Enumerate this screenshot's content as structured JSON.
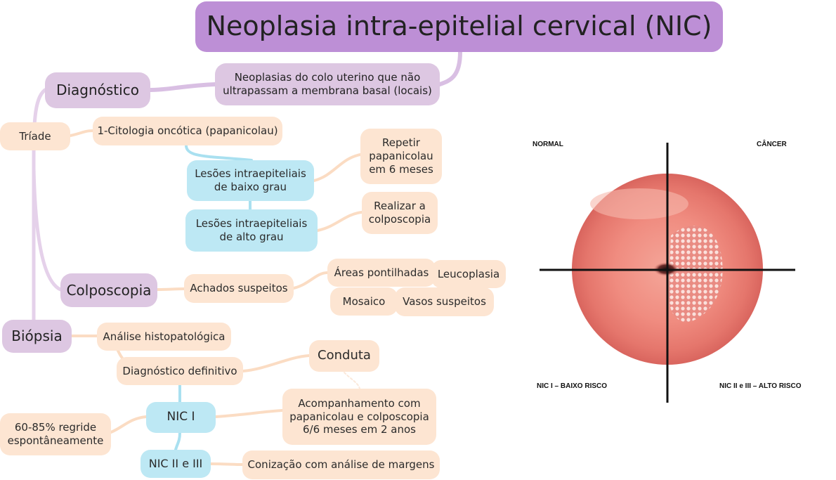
{
  "title": "Neoplasia intra-epitelial cervical (NIC)",
  "definition": "Neoplasias do colo uterino que não\nultrapassam a membrana basal (locais)",
  "diagnostico": {
    "label": "Diagnóstico",
    "triade": "Tríade",
    "citologia": "1-Citologia oncótica (papanicolau)",
    "lesao_baixo": "Lesões intraepiteliais\nde baixo grau",
    "lesao_alto": "Lesões intraepiteliais\nde alto grau",
    "repetir": "Repetir\npapanicolau\nem 6 meses",
    "realizar": "Realizar a\ncolposcopia",
    "colposcopia": "Colposcopia",
    "achados": "Achados suspeitos",
    "achados_items": [
      "Áreas pontilhadas",
      "Leucoplasia",
      "Mosaico",
      "Vasos suspeitos"
    ],
    "biopsia": "Biópsia",
    "analise": "Análise histopatológica",
    "definitivo": "Diagnóstico definitivo"
  },
  "conduta": {
    "label": "Conduta",
    "nic1": "NIC I",
    "nic1_regride": "60-85% regride\nespontâneamente",
    "nic1_acomp": "Acompanhamento com\npapanicolau e colposcopia\n6/6 meses em 2 anos",
    "nic23": "NIC II e III",
    "nic23_conizacao": "Conização com análise de margens"
  },
  "figure": {
    "normal": "NORMAL",
    "cancer": "CÂNCER",
    "nic1": "NIC I – BAIXO RISCO",
    "nic23": "NIC II e III – ALTO RISCO"
  },
  "colors": {
    "title_bg": "#bd8fd6",
    "topic_bg": "#ddc7e2",
    "peach_bg": "#fde5d2",
    "blue_bg": "#bde8f4",
    "purple_link": "#d9bfe3",
    "peach_link": "#fbdcc3",
    "blue_link": "#a9e0f0",
    "cervix": "#f08a80"
  }
}
